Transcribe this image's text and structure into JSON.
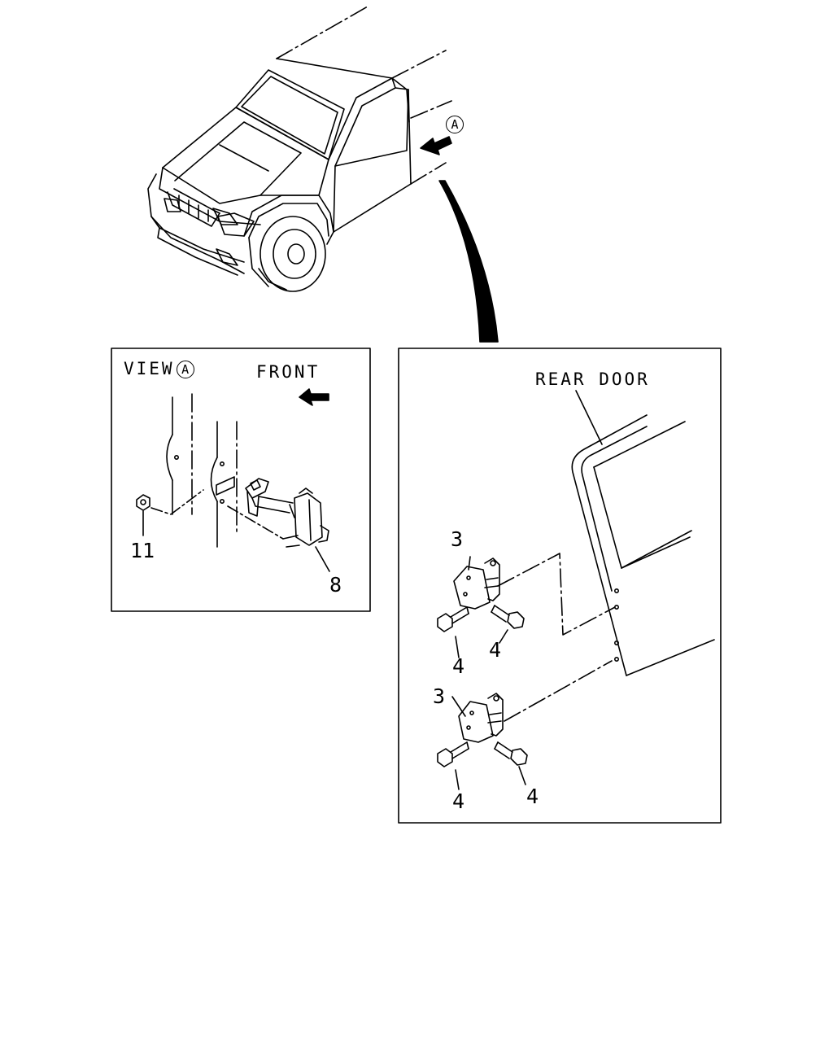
{
  "view_marker": "A",
  "view_label": "VIEW",
  "front_label": "FRONT",
  "rear_door_label": "REAR DOOR",
  "callouts": {
    "nut": "11",
    "door_check": "8",
    "hinge_upper": "3",
    "hinge_lower": "3",
    "bolt_ul": "4",
    "bolt_ur": "4",
    "bolt_ll": "4",
    "bolt_lr": "4"
  }
}
